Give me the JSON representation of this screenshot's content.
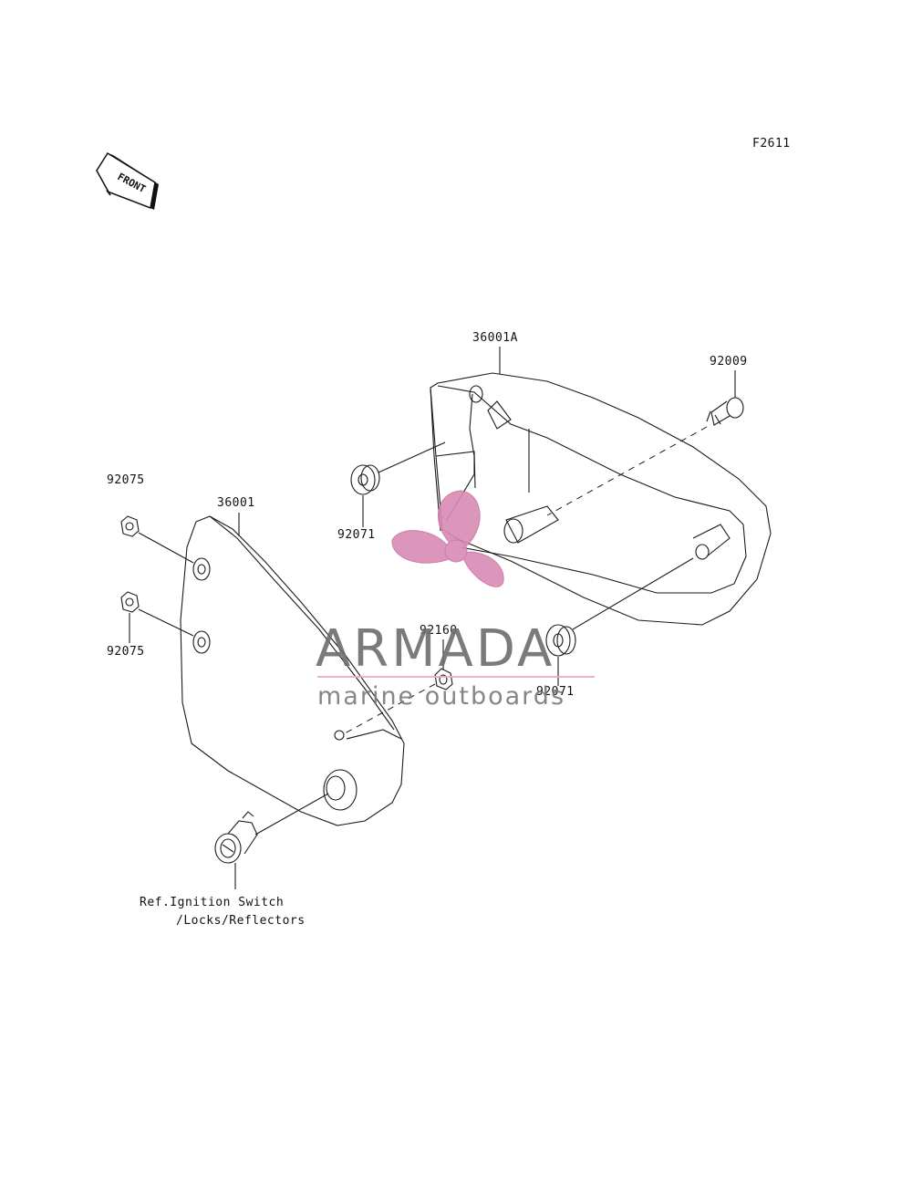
{
  "figure_code": "F2611",
  "front_indicator": "FRONT",
  "parts": {
    "cover_right": "36001A",
    "cover_left": "36001",
    "bolt": "92009",
    "grommet_upper": "92071",
    "grommet_lower": "92071",
    "nut_upper": "92075",
    "nut_lower": "92075",
    "damper": "92160"
  },
  "reference": {
    "line1": "Ref.Ignition Switch",
    "line2": "/Locks/Reflectors"
  },
  "watermark": {
    "title": "ARMADA",
    "subtitle": "marine outboards",
    "logo_color": "#d98ab4"
  }
}
